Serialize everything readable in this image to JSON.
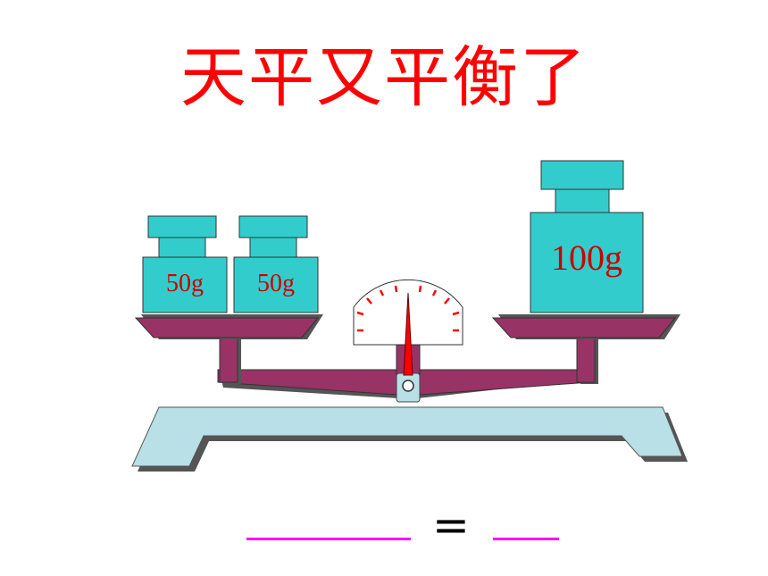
{
  "title": "天平又平衡了",
  "left_pan": {
    "weights": [
      {
        "label": "50g"
      },
      {
        "label": "50g"
      }
    ]
  },
  "right_pan": {
    "weights": [
      {
        "label": "100g"
      }
    ]
  },
  "equation": {
    "operator": "="
  },
  "colors": {
    "title": "#ff0000",
    "weight_fill": "#33cccc",
    "beam": "#993366",
    "base": "#b8e0e6",
    "needle": "#ff0000",
    "blank_line": "#ff00ff",
    "weight_label": "#cc0000"
  }
}
